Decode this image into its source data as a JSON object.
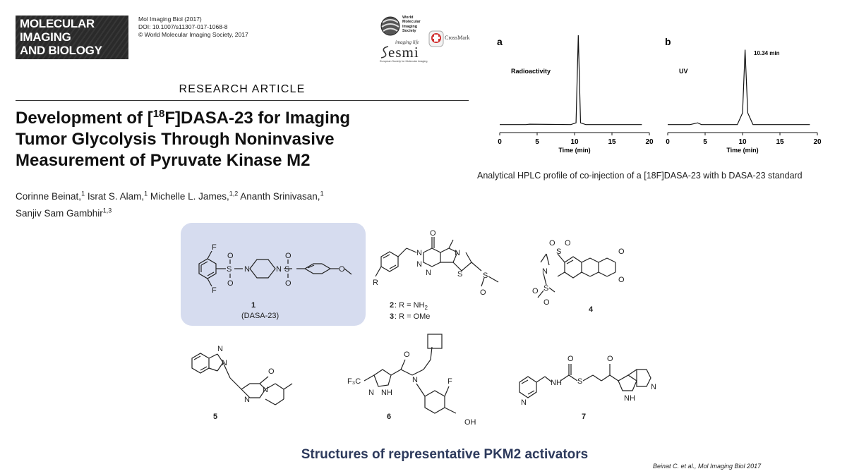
{
  "journal": {
    "logo_lines": [
      "MOLECULAR",
      "IMAGING",
      "AND BIOLOGY"
    ],
    "citation_line": "Mol Imaging Biol (2017)",
    "doi": "DOI: 10.1007/s11307-017-1068-8",
    "copyright": "© World Molecular Imaging Society, 2017"
  },
  "logos": {
    "wmis_lines": [
      "World",
      "Molecular",
      "Imaging",
      "Society"
    ],
    "esmi_tagline": "imaging life",
    "esmi_name": "esmi",
    "esmi_subtitle": "European Society for Molecular Imaging",
    "crossmark": "CrossMark"
  },
  "article": {
    "type": "RESEARCH ARTICLE",
    "title_lines": [
      {
        "pre": "Development of [",
        "sup": "18",
        "post": "F]DASA-23 for Imaging"
      },
      {
        "pre": "Tumor Glycolysis Through Noninvasive"
      },
      {
        "pre": "Measurement of Pyruvate Kinase M2"
      }
    ],
    "authors": [
      {
        "name": "Corinne Beinat,",
        "aff": "1"
      },
      {
        "name": "Israt S. Alam,",
        "aff": "1"
      },
      {
        "name": "Michelle L. James,",
        "aff": "1,2"
      },
      {
        "name": "Ananth Srinivasan,",
        "aff": "1"
      },
      {
        "name": "Sanjiv Sam Gambhir",
        "aff": "1,3"
      }
    ]
  },
  "hplc": {
    "panel_a": {
      "letter": "a",
      "label": "Radioactivity"
    },
    "panel_b": {
      "letter": "b",
      "label": "UV",
      "peak_label": "10.34 min"
    },
    "caption": "Analytical HPLC profile of co-injection of a [18F]DASA-23 with b DASA-23 standard"
  },
  "chart_data": [
    {
      "type": "line",
      "title": "a",
      "series": [
        {
          "name": "Radioactivity",
          "x": [
            0,
            3.5,
            4.0,
            9.5,
            10.2,
            10.5,
            10.8,
            11.5,
            19
          ],
          "y": [
            1,
            1,
            1.5,
            1,
            3,
            100,
            3,
            1,
            1
          ]
        }
      ],
      "xlabel": "Time (min)",
      "xlim": [
        0,
        20
      ],
      "xticks": [
        0,
        5,
        10,
        15,
        20
      ]
    },
    {
      "type": "line",
      "title": "b",
      "series": [
        {
          "name": "UV",
          "x": [
            0,
            3,
            3.5,
            4,
            4.5,
            9.3,
            10.0,
            10.34,
            10.7,
            11.4,
            19
          ],
          "y": [
            1,
            1,
            2,
            3,
            1,
            1,
            14,
            84,
            14,
            1,
            1
          ]
        }
      ],
      "xlabel": "Time (min)",
      "xlim": [
        0,
        20
      ],
      "xticks": [
        0,
        5,
        10,
        15,
        20
      ]
    }
  ],
  "structures": {
    "compound1": {
      "number": "1",
      "name": "(DASA-23)"
    },
    "compound2": {
      "number": "2",
      "r": ": R = NH",
      "sub": "2"
    },
    "compound3": {
      "number": "3",
      "r": ": R = OMe"
    },
    "compound4": {
      "number": "4"
    },
    "compound5": {
      "number": "5"
    },
    "compound6": {
      "number": "6"
    },
    "compound7": {
      "number": "7"
    },
    "atoms": {
      "F": "F",
      "S": "S",
      "N": "N",
      "O": "O",
      "R": "R",
      "NH": "NH",
      "OH": "OH",
      "CF3": "F₃C"
    },
    "title": "Structures of representative PKM2 activators"
  },
  "footer": {
    "citation": "Beinat C. et al., Mol Imaging Biol 2017"
  },
  "colors": {
    "highlight_box": "#d6dcef",
    "title_blue": "#2d3a5c",
    "trace": "#111111"
  }
}
